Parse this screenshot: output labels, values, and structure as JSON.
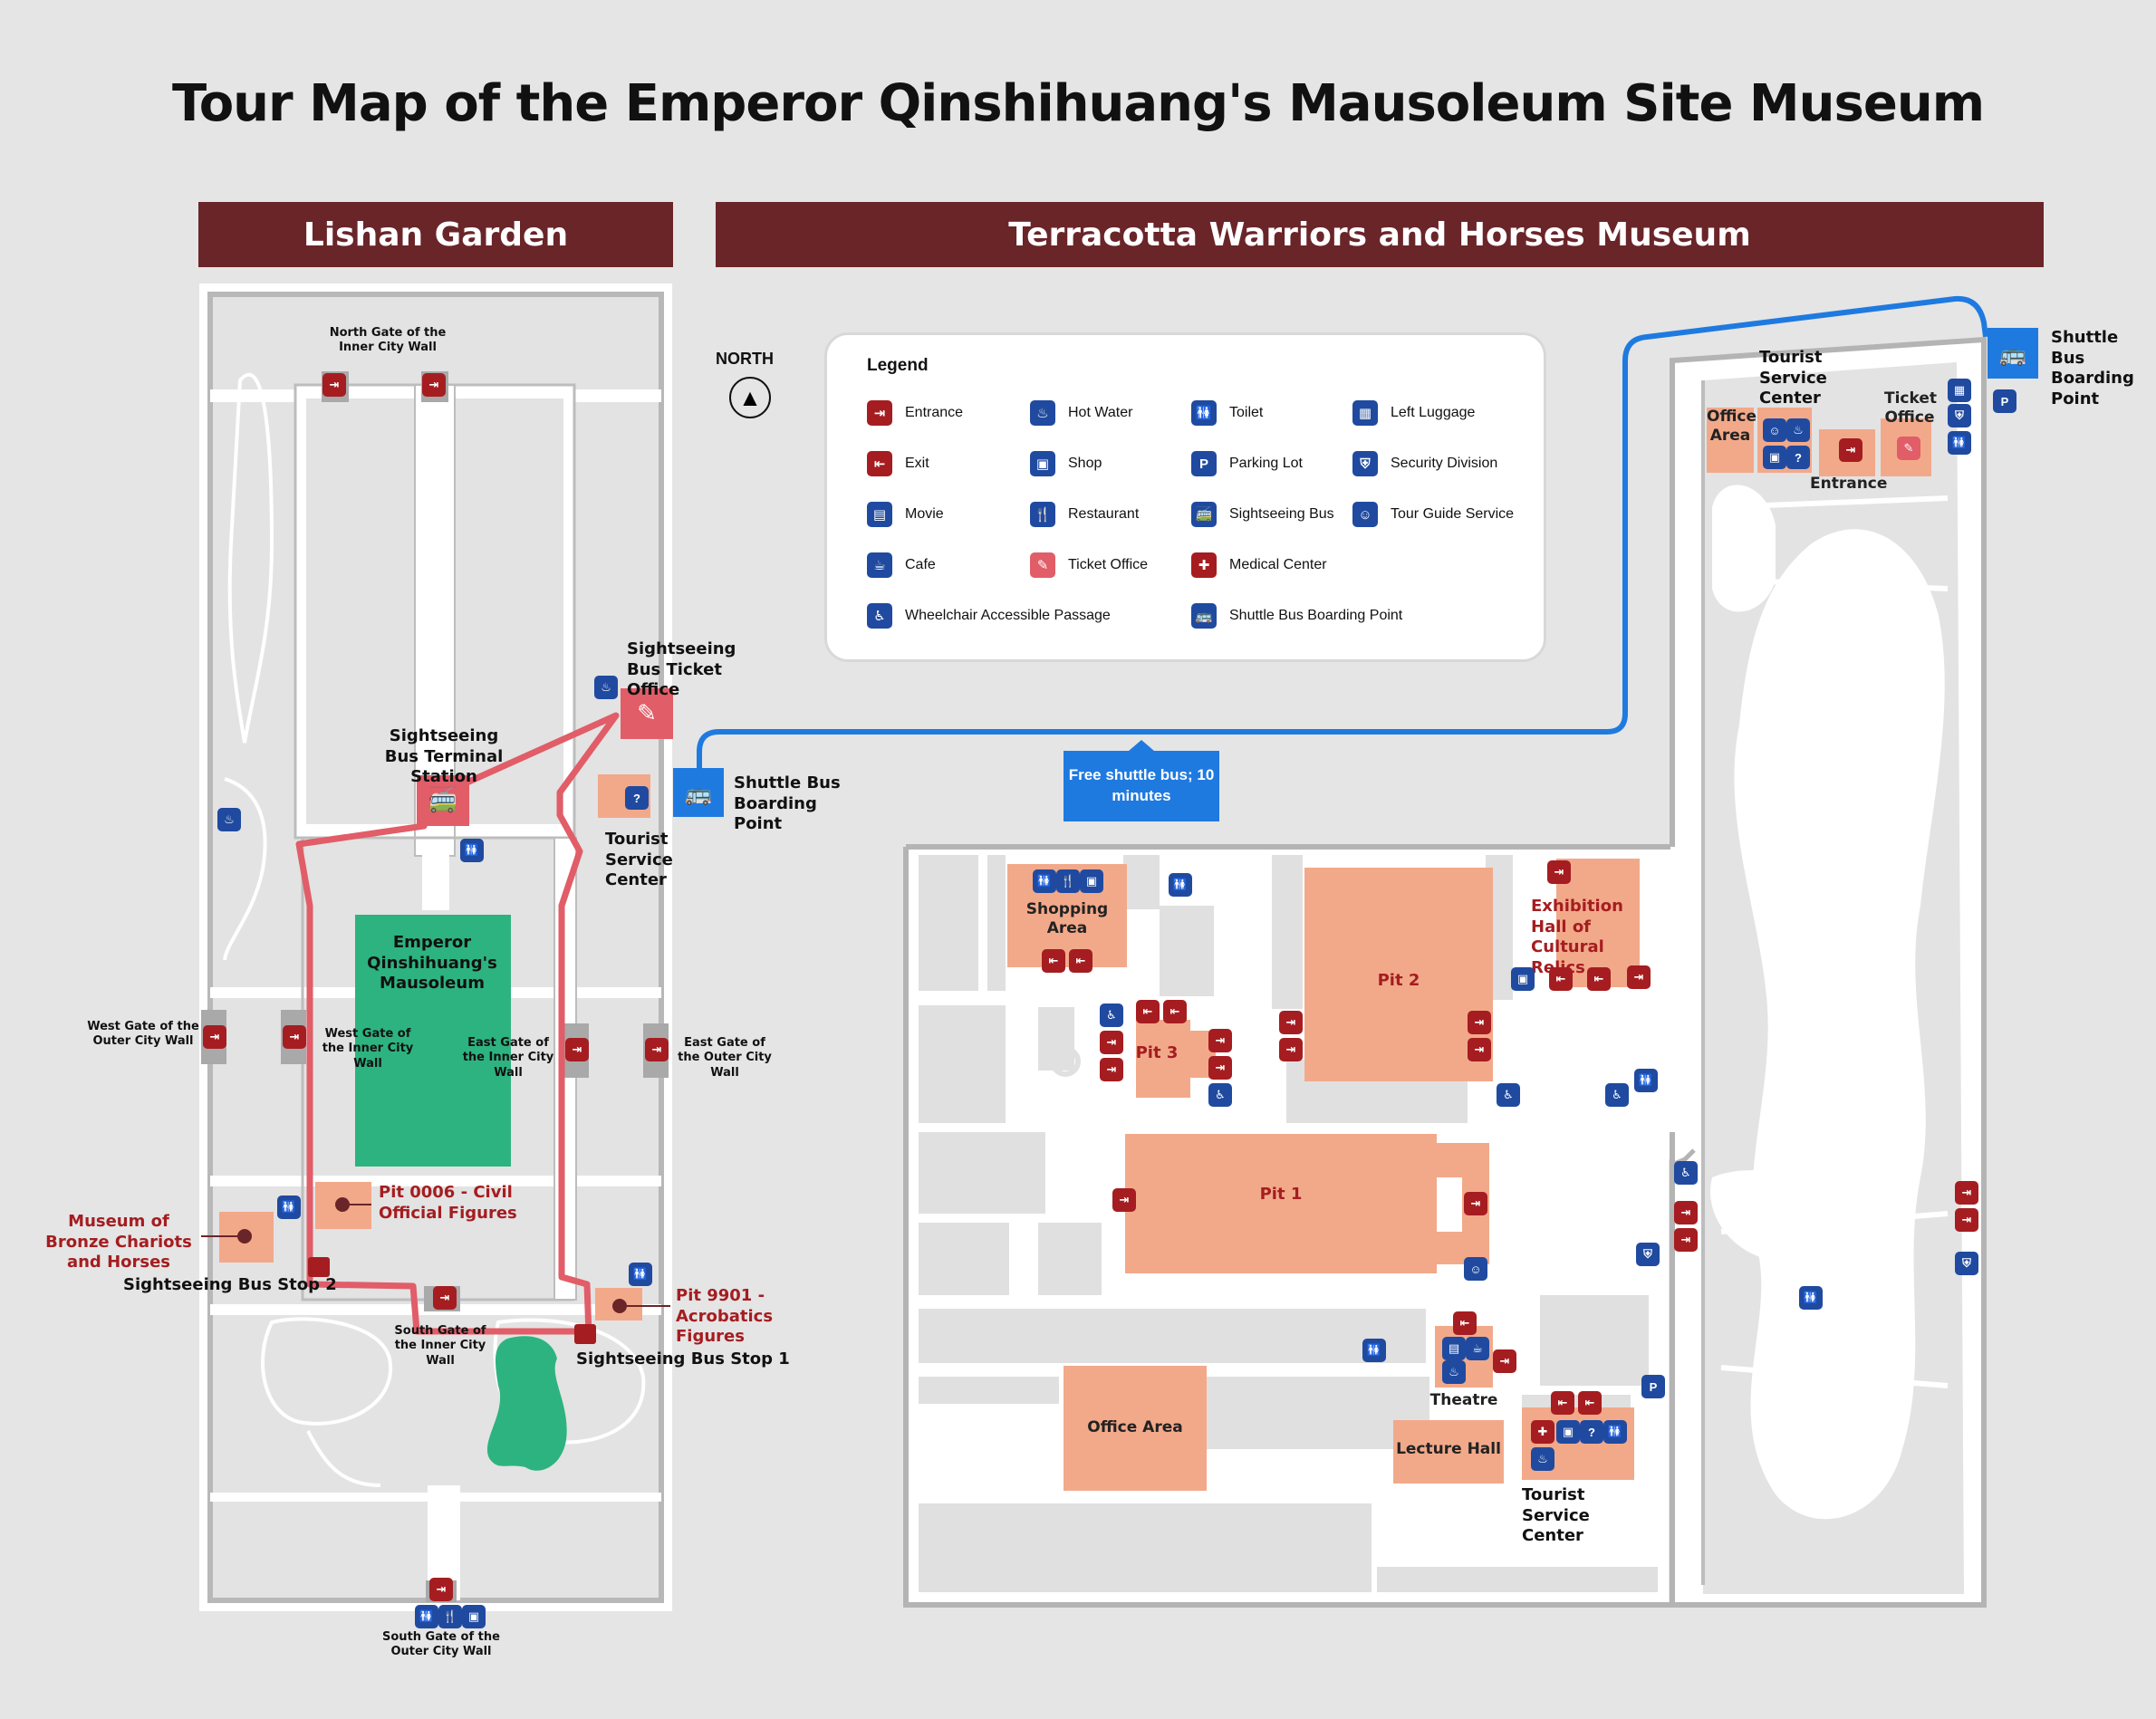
{
  "title": "Tour Map of the Emperor Qinshihuang's Mausoleum Site Museum",
  "banners": {
    "left": "Lishan Garden",
    "right": "Terracotta Warriors and Horses Museum"
  },
  "north": {
    "label": "NORTH",
    "icon": "north-arrow-icon"
  },
  "legend": {
    "title": "Legend",
    "items": [
      {
        "label": "Entrance",
        "icon": "entrance-icon",
        "color": "#a51d20",
        "glyph": "⇥"
      },
      {
        "label": "Exit",
        "icon": "exit-icon",
        "color": "#a51d20",
        "glyph": "⇤"
      },
      {
        "label": "Movie",
        "icon": "movie-icon",
        "color": "#1f4aa0",
        "glyph": "▤"
      },
      {
        "label": "Cafe",
        "icon": "cafe-icon",
        "color": "#1f4aa0",
        "glyph": "☕"
      },
      {
        "label": "Wheelchair Accessible Passage",
        "icon": "wheelchair-icon",
        "color": "#1f4aa0",
        "glyph": "♿"
      },
      {
        "label": "Hot Water",
        "icon": "hot-water-icon",
        "color": "#1f4aa0",
        "glyph": "♨"
      },
      {
        "label": "Shop",
        "icon": "shop-icon",
        "color": "#1f4aa0",
        "glyph": "▣"
      },
      {
        "label": "Restaurant",
        "icon": "restaurant-icon",
        "color": "#1f4aa0",
        "glyph": "🍴"
      },
      {
        "label": "Ticket Office",
        "icon": "ticket-office-icon",
        "color": "#e15d68",
        "glyph": "✎"
      },
      {
        "label": "Toilet",
        "icon": "toilet-icon",
        "color": "#1f4aa0",
        "glyph": "🚻"
      },
      {
        "label": "Parking Lot",
        "icon": "parking-icon",
        "color": "#1f4aa0",
        "glyph": "P"
      },
      {
        "label": "Sightseeing Bus",
        "icon": "sightseeing-bus-icon",
        "color": "#1f4aa0",
        "glyph": "🚎"
      },
      {
        "label": "Medical Center",
        "icon": "medical-icon",
        "color": "#a51d20",
        "glyph": "✚"
      },
      {
        "label": "Shuttle Bus Boarding Point",
        "icon": "shuttle-bus-icon",
        "color": "#1f4aa0",
        "glyph": "🚌"
      },
      {
        "label": "Left Luggage",
        "icon": "luggage-icon",
        "color": "#1f4aa0",
        "glyph": "▦"
      },
      {
        "label": "Security Division",
        "icon": "security-icon",
        "color": "#1f4aa0",
        "glyph": "⛨"
      },
      {
        "label": "Tour Guide Service",
        "icon": "tour-guide-icon",
        "color": "#1f4aa0",
        "glyph": "☺"
      }
    ]
  },
  "shuttle_note": "Free shuttle bus; 10 minutes",
  "lishan": {
    "north_gate_inner": "North Gate of the Inner City Wall",
    "west_gate_outer": "West Gate of the Outer City Wall",
    "west_gate_inner": "West Gate of the Inner City Wall",
    "east_gate_inner": "East Gate of the Inner City Wall",
    "east_gate_outer": "East Gate of the Outer City Wall",
    "south_gate_inner": "South Gate of the Inner City Wall",
    "south_gate_outer": "South Gate of the Outer City Wall",
    "mausoleum": "Emperor Qinshihuang's Mausoleum",
    "bus_terminal": "Sightseeing Bus Terminal Station",
    "bus_ticket": "Sightseeing Bus Ticket Office",
    "tourist_center": "Tourist Service Center",
    "shuttle_point": "Shuttle Bus Boarding Point",
    "pit0006": "Pit 0006 - Civil Official Figures",
    "bronze": "Museum of Bronze Chariots and Horses",
    "pit9901": "Pit 9901 - Acrobatics Figures",
    "stop1": "Sightseeing Bus Stop 1",
    "stop2": "Sightseeing Bus Stop 2"
  },
  "terracotta": {
    "pit1": "Pit 1",
    "pit2": "Pit 2",
    "pit3": "Pit 3",
    "exhibition": "Exhibition Hall of Cultural Relics",
    "shopping": "Shopping Area",
    "office": "Office Area",
    "theatre": "Theatre",
    "lecture": "Lecture Hall",
    "tourist_center_south": "Tourist Service Center",
    "tourist_center_north": "Tourist Service Center",
    "office_north": "Office Area",
    "ticket_office": "Ticket Office",
    "entrance": "Entrance",
    "shuttle_point": "Shuttle Bus Boarding Point"
  },
  "colors": {
    "wall": "#a51d20",
    "amenity": "#1f4aa0",
    "route": "#e15d68",
    "shuttle_route": "#1f7ae0",
    "exhibit_area": "#f2a98a",
    "mausoleum": "#2db380",
    "banner": "#6a2529"
  }
}
